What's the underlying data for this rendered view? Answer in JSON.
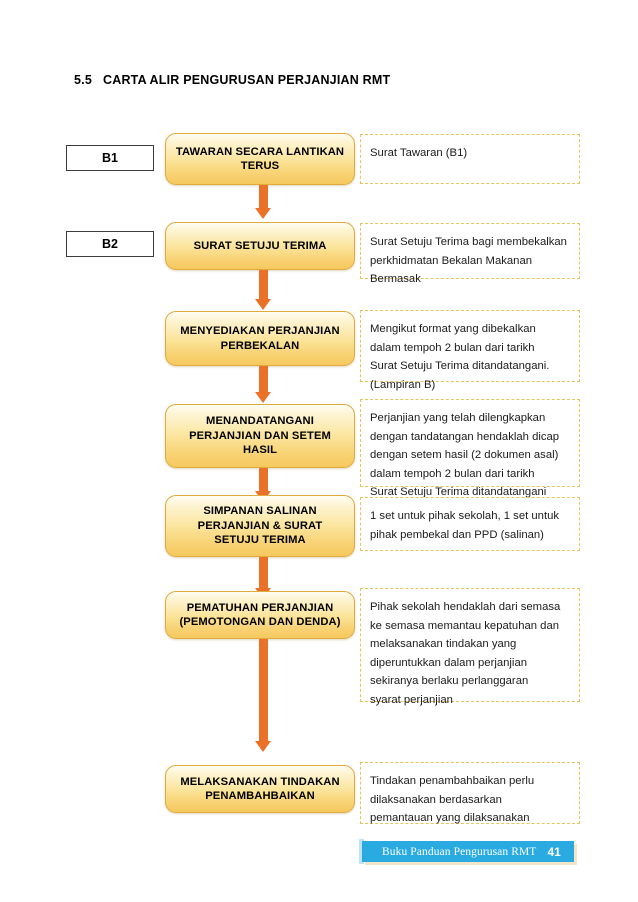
{
  "document": {
    "section_number": "5.5",
    "title": "5.5   CARTA ALIR PENGURUSAN PERJANJIAN RMT"
  },
  "colors": {
    "box_border": "#e0ab3c",
    "box_fill_top": "#fffdf2",
    "box_fill_bottom": "#f6c95f",
    "arrow": "#ea7128",
    "note_border": "#e8c35c",
    "footer_banner": "#29abe2",
    "footer_shadow": "#f3e6c8",
    "text": "#000000"
  },
  "flow": {
    "reference_tags": [
      {
        "label": "B1"
      },
      {
        "label": "B2"
      }
    ],
    "steps": [
      {
        "box_label": "TAWARAN SECARA\nLANTIKAN TERUS",
        "note": "Surat Tawaran (B1)"
      },
      {
        "box_label": "SURAT SETUJU TERIMA",
        "note": "Surat Setuju Terima bagi membekalkan\nperkhidmatan Bekalan Makanan\nBermasak"
      },
      {
        "box_label": "MENYEDIAKAN PERJANJIAN\nPERBEKALAN",
        "note": "Mengikut format yang dibekalkan\ndalam tempoh 2 bulan dari tarikh\nSurat Setuju Terima ditandatangani.\n(Lampiran B)"
      },
      {
        "box_label": "MENANDATANGANI\nPERJANJIAN DAN SETEM\nHASIL",
        "note": "Perjanjian yang telah dilengkapkan\ndengan tandatangan hendaklah dicap\ndengan setem hasil (2 dokumen asal)\ndalam tempoh  2 bulan dari tarikh\nSurat  Setuju Terima ditandatangani"
      },
      {
        "box_label": "SIMPANAN SALINAN\nPERJANJIAN & SURAT\nSETUJU TERIMA",
        "note": "1 set untuk pihak sekolah, 1 set untuk\npihak pembekal dan PPD (salinan)"
      },
      {
        "box_label": "PEMATUHAN PERJANJIAN\n(PEMOTONGAN DAN DENDA)",
        "note": "Pihak sekolah hendaklah dari semasa\nke semasa memantau kepatuhan dan\nmelaksanakan tindakan yang\ndiperuntukkan dalam perjanjian\nsekiranya berlaku perlanggaran\nsyarat perjanjian"
      },
      {
        "box_label": "MELAKSANAKAN TINDAKAN\nPENAMBAHBAIKAN",
        "note": "Tindakan penambahbaikan perlu\ndilaksanakan berdasarkan\npemantauan yang dilaksanakan"
      }
    ]
  },
  "footer": {
    "title": "Buku Panduan Pengurusan RMT",
    "page_number": "41"
  }
}
